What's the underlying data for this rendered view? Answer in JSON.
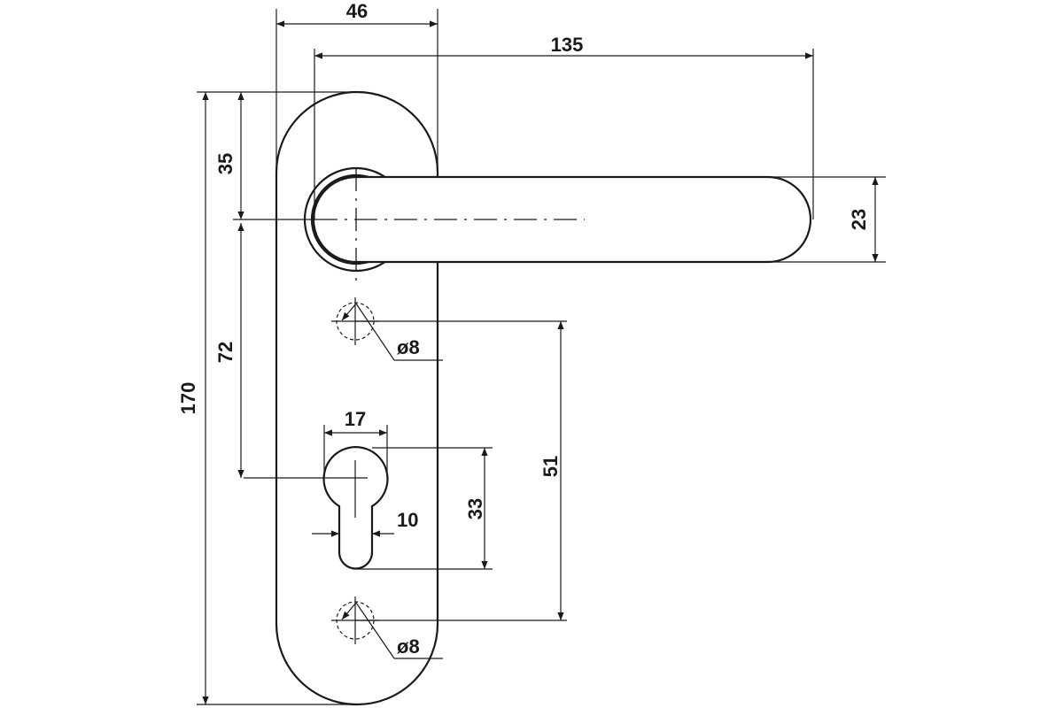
{
  "dimensions": {
    "backplate_width": "46",
    "handle_length": "135",
    "top_to_spindle": "35",
    "handle_height": "23",
    "overall_height": "170",
    "spindle_to_cylinder": "72",
    "cylinder_head_width": "17",
    "cylinder_slot_width": "10",
    "cylinder_height": "33",
    "screw_spacing": "51",
    "screw_hole_upper": "ø8",
    "screw_hole_lower": "ø8"
  },
  "colors": {
    "line": "#1a1a1a",
    "background": "#ffffff"
  }
}
